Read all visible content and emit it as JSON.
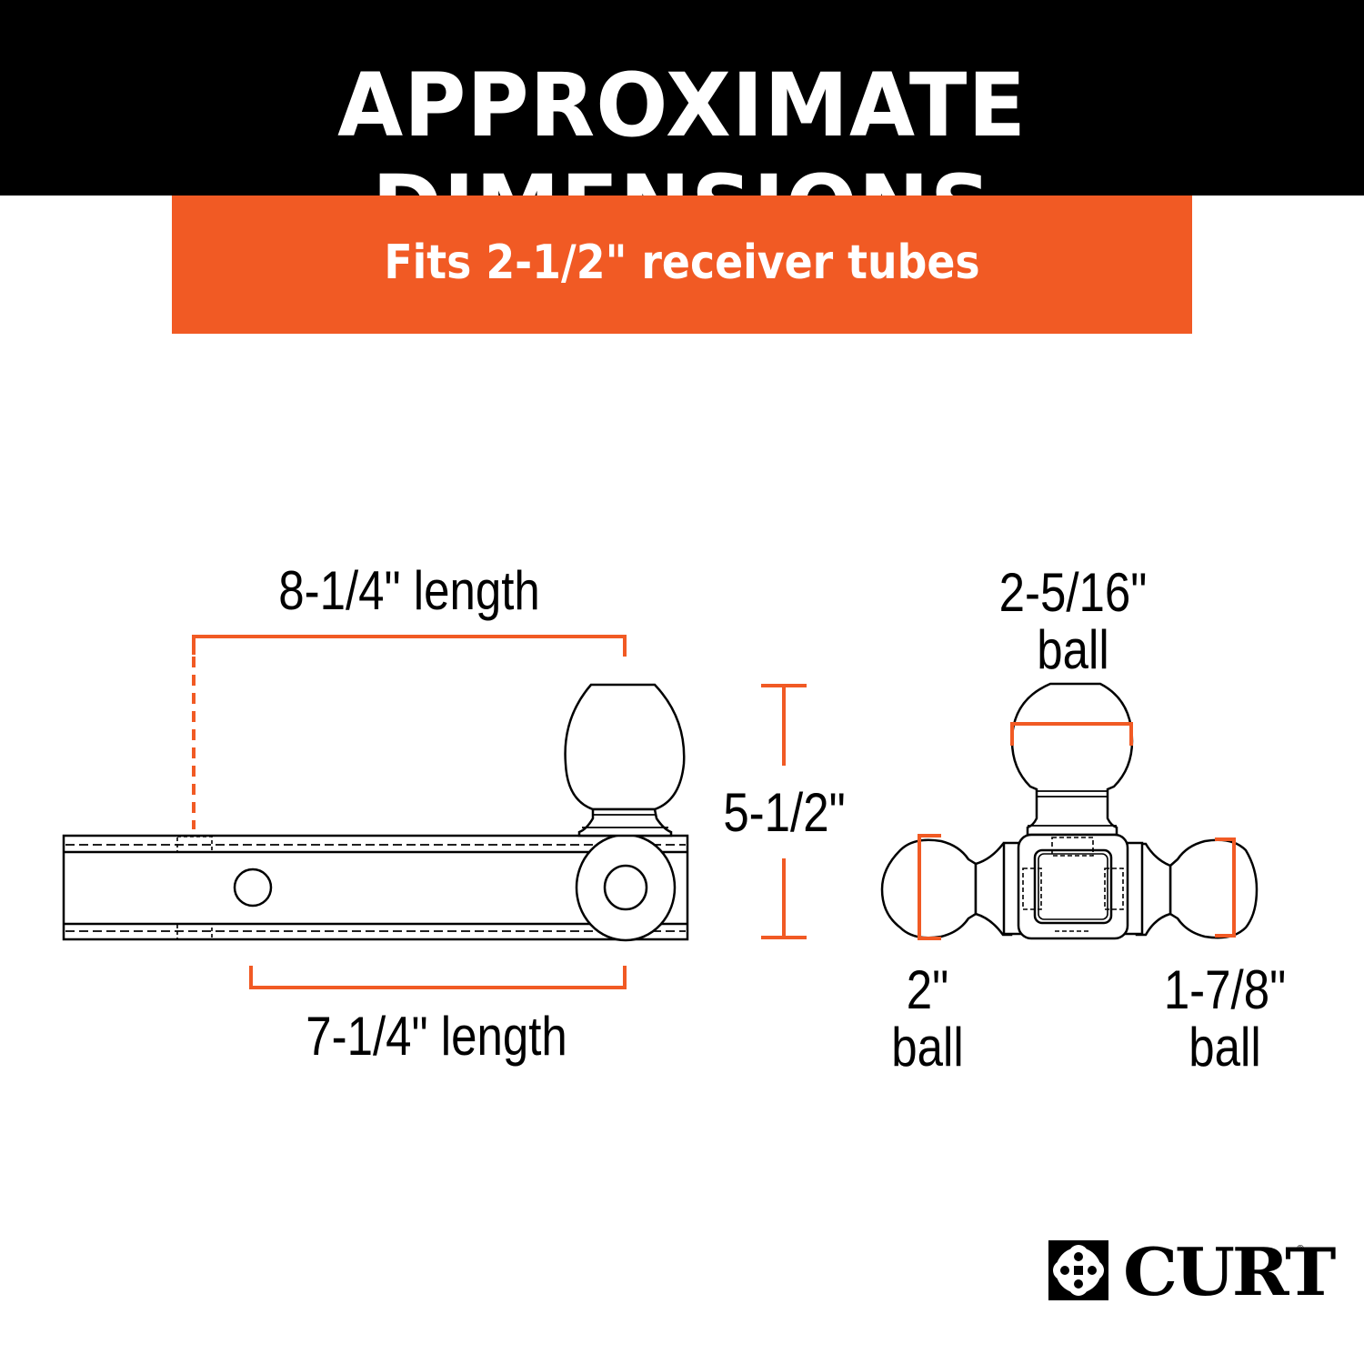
{
  "header": {
    "title": "APPROXIMATE DIMENSIONS"
  },
  "banner": {
    "text": "Fits 2-1/2\" receiver tubes"
  },
  "colors": {
    "accent": "#f15a24",
    "header_bg": "#000000",
    "line": "#000000",
    "text": "#000000"
  },
  "side_view": {
    "top_length_label": "8-1/4\" length",
    "bottom_length_label": "7-1/4\" length",
    "height_label": "5-1/2\""
  },
  "front_view": {
    "top_ball_label": [
      "2-5/16\"",
      "ball"
    ],
    "left_ball_label": [
      "2\"",
      "ball"
    ],
    "right_ball_label": [
      "1-7/8\"",
      "ball"
    ]
  },
  "logo": {
    "brand": "CURT",
    "registered_mark": "®",
    "icon": "curt-knot-icon"
  }
}
